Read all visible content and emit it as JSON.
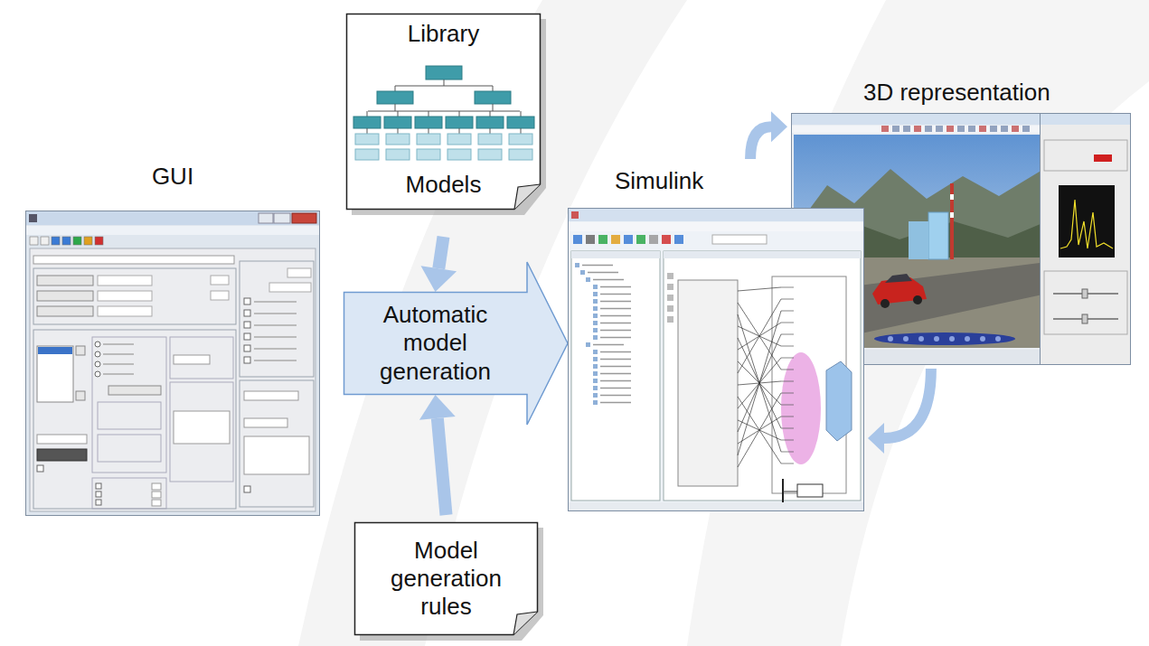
{
  "diagram": {
    "nodes": [
      {
        "text": [
          "GUI"
        ]
      },
      {
        "text": [
          "Library",
          "Models"
        ]
      },
      {
        "text": [
          "Automatic model generation"
        ]
      },
      {
        "text": [
          "Model generation rules"
        ]
      },
      {
        "text": [
          "Simulink"
        ]
      },
      {
        "text": [
          "3D representation"
        ]
      }
    ],
    "edges": [
      {
        "from": 1,
        "to": 2,
        "arrow": "to"
      },
      {
        "from": 3,
        "to": 2,
        "arrow": "to"
      },
      {
        "from": 4,
        "to": 5,
        "arrow": "to"
      },
      {
        "from": 5,
        "to": 4,
        "arrow": "to"
      }
    ]
  }
}
